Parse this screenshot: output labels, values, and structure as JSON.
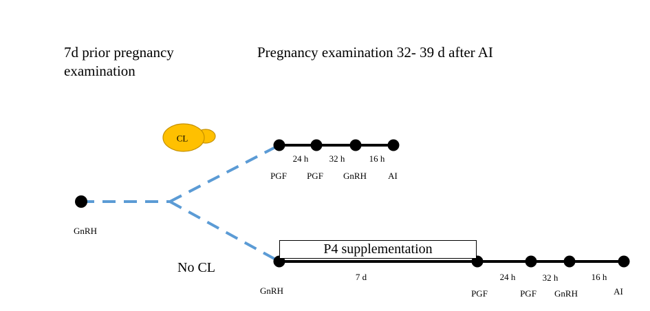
{
  "headings": {
    "left_line1": "7d prior pregnancy",
    "left_line2": "examination",
    "right": "Pregnancy examination 32- 39 d after AI"
  },
  "start": {
    "label": "GnRH"
  },
  "colors": {
    "dashed_branch": "#5b9bd5",
    "corpus_luteum_fill": "#ffc000",
    "corpus_luteum_stroke": "#c49000",
    "timeline": "#000000"
  },
  "cl_branch": {
    "badge": "CL",
    "events": [
      "PGF",
      "PGF",
      "GnRH",
      "AI"
    ],
    "intervals": [
      "24 h",
      "32 h",
      "16 h"
    ]
  },
  "no_cl_branch": {
    "title": "No CL",
    "supplement": "P4 supplementation",
    "events": [
      "GnRH",
      "PGF",
      "PGF",
      "GnRH",
      "AI"
    ],
    "intervals": [
      "7 d",
      "24 h",
      "32 h",
      "16 h"
    ]
  }
}
